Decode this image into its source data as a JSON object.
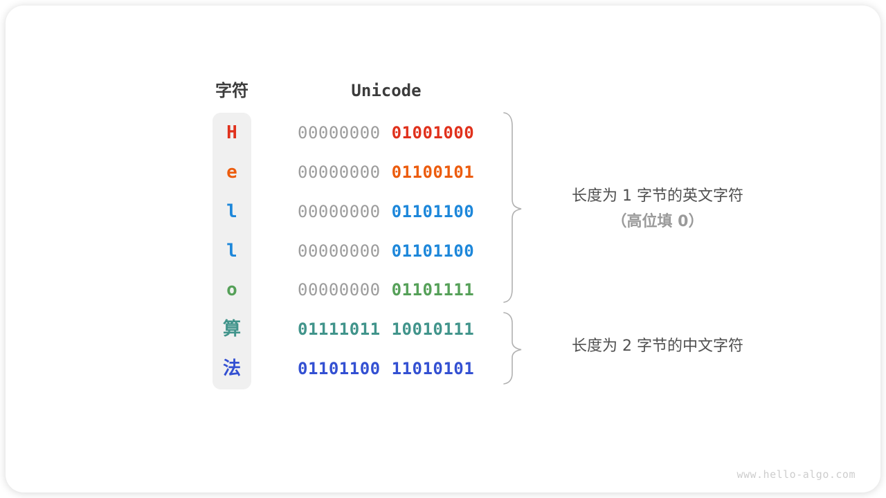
{
  "page": {
    "watermark": "www.hello-algo.com"
  },
  "header": {
    "char_column": "字符",
    "unicode_column": "Unicode"
  },
  "table": {
    "rows": [
      {
        "char": "H",
        "byte1": "00000000",
        "byte2": "01001000",
        "color": "#e0311c",
        "byte1_style": "gray"
      },
      {
        "char": "e",
        "byte1": "00000000",
        "byte2": "01100101",
        "color": "#ec5c0e",
        "byte1_style": "gray"
      },
      {
        "char": "l",
        "byte1": "00000000",
        "byte2": "01101100",
        "color": "#1d87da",
        "byte1_style": "gray"
      },
      {
        "char": "l",
        "byte1": "00000000",
        "byte2": "01101100",
        "color": "#1d87da",
        "byte1_style": "gray"
      },
      {
        "char": "o",
        "byte1": "00000000",
        "byte2": "01101111",
        "color": "#55a058",
        "byte1_style": "gray"
      },
      {
        "char": "算",
        "byte1": "01111011",
        "byte2": "10010111",
        "color": "#41948b",
        "byte1_style": "colored"
      },
      {
        "char": "法",
        "byte1": "01101100",
        "byte2": "11010101",
        "color": "#3350d2",
        "byte1_style": "colored"
      }
    ]
  },
  "annotations": {
    "english": {
      "line1": "长度为 1 字节的英文字符",
      "line2": "（高位填 0）"
    },
    "chinese": {
      "line1": "长度为 2 字节的中文字符"
    }
  },
  "colors": {
    "gray_byte": "#9c9c9c",
    "header_text": "#3c3c3c",
    "annotation_text": "#4f4f4f",
    "annotation_sub_text": "#9a9a9a",
    "brace": "#b0b0b0",
    "char_column_bg": "#f0f0f0",
    "watermark": "#cdcdcd"
  }
}
